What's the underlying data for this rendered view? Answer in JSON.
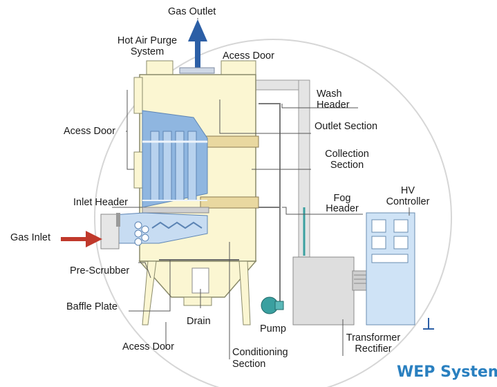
{
  "labels": {
    "gas_outlet": "Gas Outlet",
    "hot_air_purge_1": "Hot Air Purge",
    "hot_air_purge_2": "System",
    "access_door_top": "Acess Door",
    "wash_header_1": "Wash",
    "wash_header_2": "Header",
    "access_door_left": "Acess Door",
    "outlet_section": "Outlet Section",
    "collection_section_1": "Collection",
    "collection_section_2": "Section",
    "inlet_header": "Inlet Header",
    "fog_header_1": "Fog",
    "fog_header_2": "Header",
    "hv_controller_1": "HV",
    "hv_controller_2": "Controller",
    "gas_inlet": "Gas Inlet",
    "pre_scrubber": "Pre-Scrubber",
    "baffle_plate": "Baffle Plate",
    "drain": "Drain",
    "pump": "Pump",
    "access_door_bottom": "Acess Door",
    "transformer_rectifier_1": "Transformer",
    "transformer_rectifier_2": "Rectifier",
    "conditioning_section_1": "Conditioning",
    "conditioning_section_2": "Section"
  },
  "title": "WEP System",
  "colors": {
    "vessel_fill": "#fbf6d2",
    "vessel_stroke": "#8a8a6a",
    "blue_internals": "#8fb6e0",
    "equipment_gray": "#dedede",
    "controller_blue": "#cfe3f6",
    "arrow_blue": "#2c5fa6",
    "arrow_red": "#c0392b",
    "pump_teal": "#3aa0a0",
    "title_blue": "#2a80c0"
  }
}
